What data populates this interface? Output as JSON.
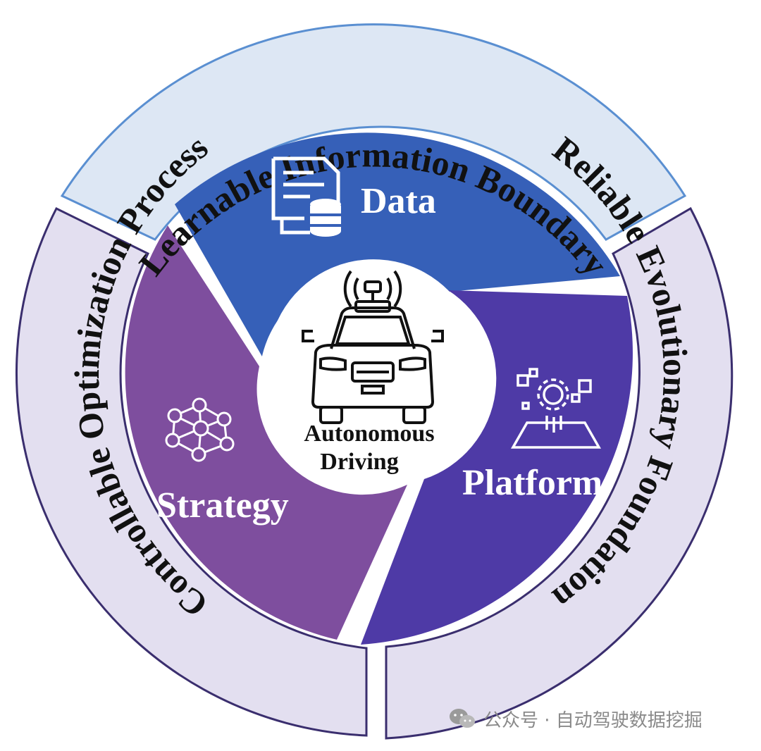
{
  "ring": {
    "top": "Learnable Information Boundary",
    "right": "Reliable Evolutionary Foundation",
    "left": "Controllable Optimization Process"
  },
  "segments": {
    "data": "Data",
    "platform": "Platform",
    "strategy": "Strategy"
  },
  "center": {
    "line1": "Autonomous",
    "line2": "Driving"
  },
  "watermark": {
    "text": "公众号 · 自动驾驶数据挖掘"
  },
  "colors": {
    "ring_top_fill": "#dde7f4",
    "ring_top_stroke": "#5a8fd1",
    "ring_side_fill": "#e3dff0",
    "ring_side_stroke": "#3a2e6e",
    "data": "#3660b8",
    "platform": "#4e3aa6",
    "strategy": "#7e4e9e"
  },
  "icons": [
    "document-database-icon",
    "gear-cubes-icon",
    "neural-network-icon",
    "autonomous-car-icon",
    "wechat-icon"
  ]
}
